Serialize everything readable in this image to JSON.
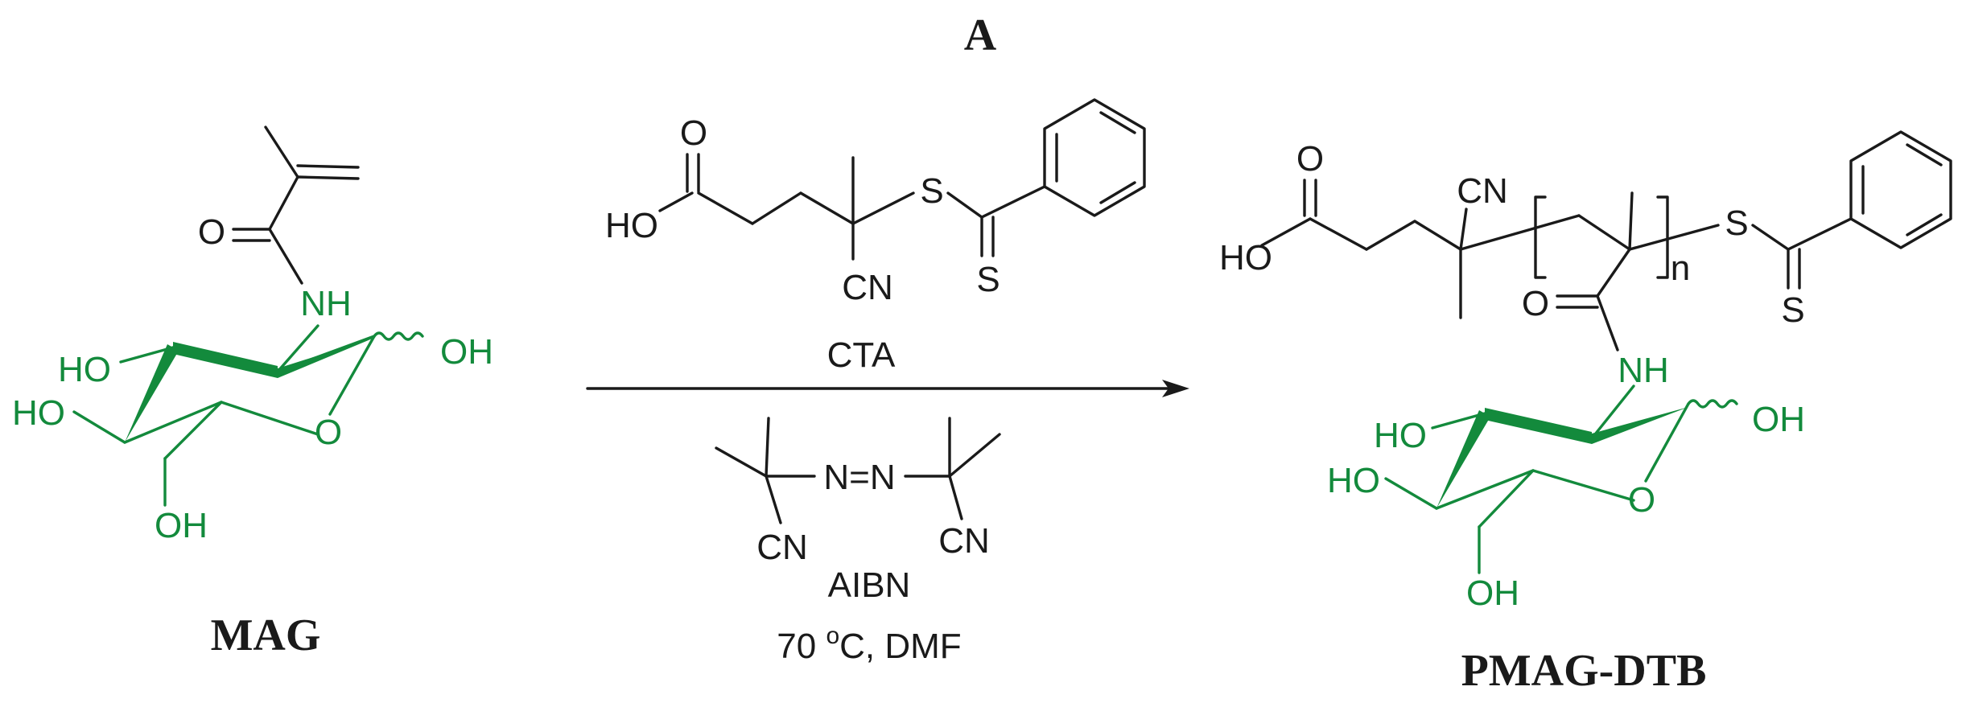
{
  "panel_label": "A",
  "monomer": {
    "name": "MAG",
    "atoms": {
      "o_carbonyl": "O",
      "nh": "NH",
      "ho_2": "HO",
      "ho_3": "HO",
      "oh_anomeric": "OH",
      "o_ring": "O",
      "oh_6": "OH"
    }
  },
  "reagents": {
    "cta": {
      "label": "CTA",
      "atoms": {
        "o": "O",
        "ho": "HO",
        "cn": "CN",
        "s1": "S",
        "s2": "S"
      }
    },
    "initiator": {
      "label": "AIBN",
      "atoms": {
        "azo": "N=N",
        "cn_left": "CN",
        "cn_right": "CN"
      }
    },
    "conditions": {
      "temp_value": "70 ",
      "temp_unit_sup": "o",
      "temp_rest": "C, DMF"
    }
  },
  "product": {
    "name": "PMAG-DTB",
    "atoms": {
      "o": "O",
      "ho": "HO",
      "cn": "CN",
      "n": "n",
      "s1": "S",
      "s2": "S",
      "o_amide": "O",
      "nh": "NH",
      "ho_2": "HO",
      "ho_3": "HO",
      "oh_anomeric": "OH",
      "o_ring": "O",
      "oh_6": "OH"
    }
  },
  "colors": {
    "ink": "#1a1a1a",
    "sugar": "#138a3c"
  }
}
